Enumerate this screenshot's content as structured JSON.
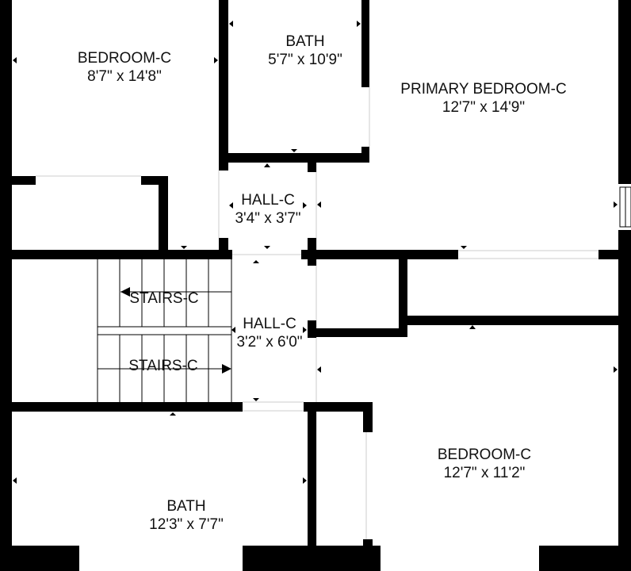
{
  "colors": {
    "wall": "#000000",
    "background": "#ffffff",
    "opening": "#dddddd"
  },
  "rooms": [
    {
      "name": "BEDROOM-C",
      "dims": "8'7\" x 14'8\""
    },
    {
      "name": "BATH",
      "dims": "5'7\" x 10'9\""
    },
    {
      "name": "PRIMARY BEDROOM-C",
      "dims": "12'7\" x 14'9\""
    },
    {
      "name": "HALL-C",
      "dims": "3'4\" x 3'7\""
    },
    {
      "name": "HALL-C",
      "dims": "3'2\" x 6'0\""
    },
    {
      "name": "BEDROOM-C",
      "dims": "12'7\" x 11'2\""
    },
    {
      "name": "BATH",
      "dims": "12'3\" x 7'7\""
    }
  ],
  "stairs": [
    {
      "label": "STAIRS-C",
      "direction": "left"
    },
    {
      "label": "STAIRS-C",
      "direction": "right"
    }
  ]
}
